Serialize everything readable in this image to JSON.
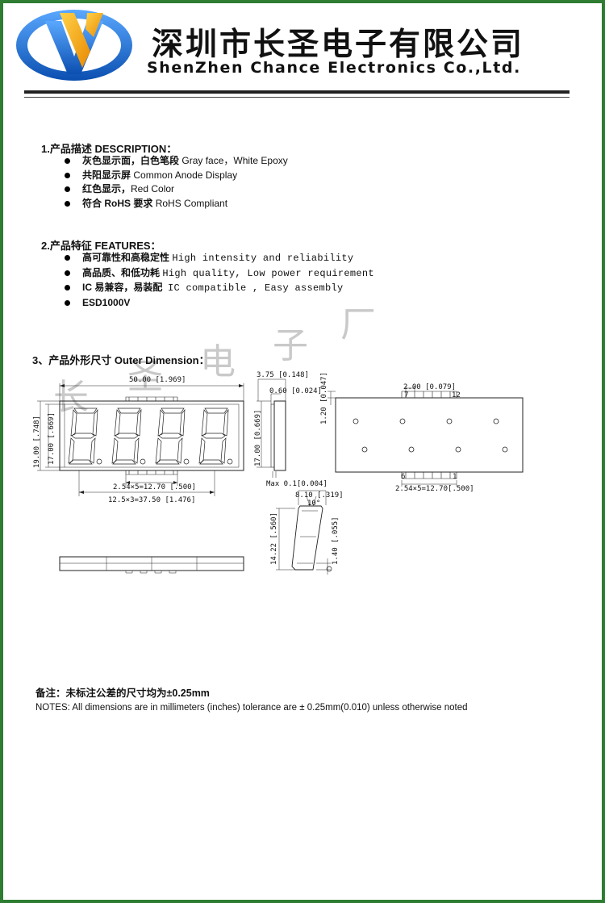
{
  "header": {
    "company_cn": "深圳市长圣电子有限公司",
    "company_en": "ShenZhen Chance Electronics Co.,Ltd."
  },
  "description": {
    "title": "1.产品描述 DESCRIPTION：",
    "items": [
      {
        "cn": "灰色显示面，白色笔段",
        "en": "Gray face，White Epoxy"
      },
      {
        "cn": "共阳显示屏",
        "en": "Common Anode Display"
      },
      {
        "cn": "红色显示，",
        "en": "Red Color"
      },
      {
        "cn": "符合 RoHS 要求",
        "en": "RoHS Compliant"
      }
    ]
  },
  "features": {
    "title": "2.产品特征 FEATURES：",
    "items": [
      {
        "cn": "高可靠性和高稳定性",
        "en": "High intensity and reliability"
      },
      {
        "cn": "高品质、和低功耗",
        "en": "High quality, Low power requirement"
      },
      {
        "cn": "IC 易兼容，易装配",
        "en": "IC compatible , Easy assembly"
      },
      {
        "cn": "ESD1000V",
        "en": ""
      }
    ]
  },
  "dimension": {
    "title": "3、产品外形尺寸 Outer Dimension：",
    "watermark": [
      "长",
      "圣",
      "电",
      "子",
      "厂"
    ],
    "labels": {
      "width_total": "50.00 [1.969]",
      "height_total": "19.00 [.748]",
      "height_face": "17.00 [.669]",
      "pin_span": "2.54×5=12.70 [.500]",
      "digit_pitch": "12.5×3=37.50 [1.476]",
      "side_depth": "3.75 [0.148]",
      "side_step": "0.60 [0.024]",
      "side_height": "17.00 [0.669]",
      "side_max": "Max 0.1[0.004]",
      "back_pin_width": "2.00 [0.079]",
      "back_offset": "1.20 [0.047]",
      "back_pin_span": "2.54×5=12.70[.500]",
      "pin7": "7",
      "pin12": "12",
      "pin6": "6",
      "pin1": "1",
      "seg_width": "8.10 [.319]",
      "seg_height": "14.22 [.560]",
      "seg_angle": "10°",
      "seg_bar": "1.40 [.055]"
    }
  },
  "notes": {
    "cn": "备注：未标注公差的尺寸均为±0.25mm",
    "en": "NOTES: All dimensions are in millimeters (inches) tolerance are ± 0.25mm(0.010) unless otherwise noted"
  },
  "colors": {
    "frame": "#2e7d32",
    "logo_blue": "#1e6fd0",
    "logo_orange": "#f2a413"
  }
}
